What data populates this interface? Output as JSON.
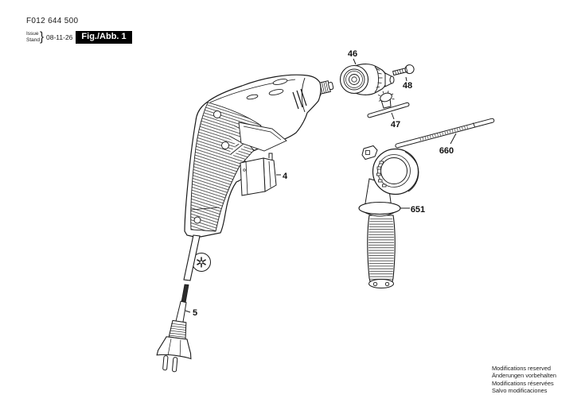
{
  "header": {
    "part_number": "F012 644 500",
    "issue_label_line1": "Issue",
    "issue_label_line2": "Stand",
    "issue_brace": "}",
    "issue_date": "08-11-26",
    "figure_label": "Fig./Abb. 1"
  },
  "diagram": {
    "description": "Exploded-view spare parts diagram of an electric hand drill",
    "labels": [
      {
        "id": "46",
        "part": "drill-chuck"
      },
      {
        "id": "48",
        "part": "fastening-screw"
      },
      {
        "id": "47",
        "part": "chuck-key"
      },
      {
        "id": "660",
        "part": "depth-stop-rod"
      },
      {
        "id": "651",
        "part": "auxiliary-handle"
      },
      {
        "id": "4",
        "part": "mounting-bracket"
      },
      {
        "id": "5",
        "part": "power-cord-with-plug"
      }
    ],
    "colors": {
      "line": "#1a1a1a",
      "background": "#ffffff",
      "figure_box_bg": "#000000",
      "figure_box_text": "#ffffff"
    }
  },
  "footer": {
    "lines": [
      "Modifications reserved",
      "Änderungen vorbehalten",
      "Modifications réservées",
      "Salvo modificaciones"
    ]
  }
}
